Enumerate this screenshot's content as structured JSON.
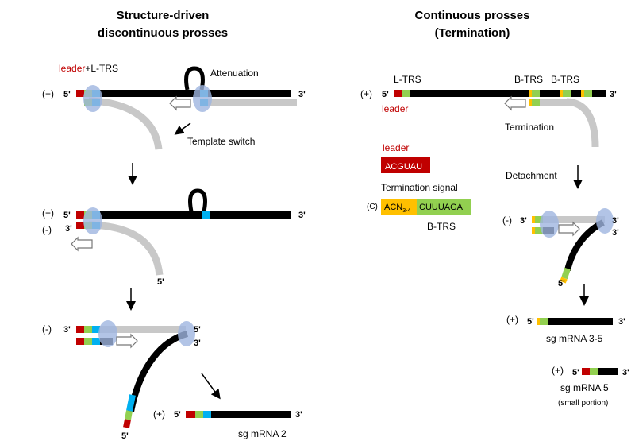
{
  "left": {
    "title_line1": "Structure-driven",
    "title_line2": "discontinuous prosses",
    "leader_word": "leader",
    "leader_suffix": "+L-TRS",
    "attenuation": "Attenuation",
    "template_switch": "Template switch",
    "plus": "(+)",
    "minus": "(-)",
    "five": "5'",
    "three": "3'",
    "product": "sg mRNA 2"
  },
  "right": {
    "title_line1": "Continuous prosses",
    "title_line2": "(Termination)",
    "ltrs": "L-TRS",
    "btrs": "B-TRS",
    "leader": "leader",
    "termination": "Termination",
    "detachment": "Detachment",
    "legend_leader": "leader",
    "legend_seq": "ACGUAU",
    "term_signal": "Termination signal",
    "term_prefix": "(C)",
    "term_acn": "ACN",
    "term_sub": "3-4",
    "term_cuu": "CUUUAGA",
    "legend_btrs": "B-TRS",
    "product1": "sg mRNA 3-5",
    "product2": "sg mRNA 5",
    "product2_note": "(small portion)"
  },
  "colors": {
    "leader_red": "#c00000",
    "trs_green": "#92d050",
    "trs_blue": "#00b0f0",
    "orange": "#ffc000",
    "rdrp_ellipse": "#9fb5e0",
    "nascent_gray": "#c8c8c8"
  }
}
